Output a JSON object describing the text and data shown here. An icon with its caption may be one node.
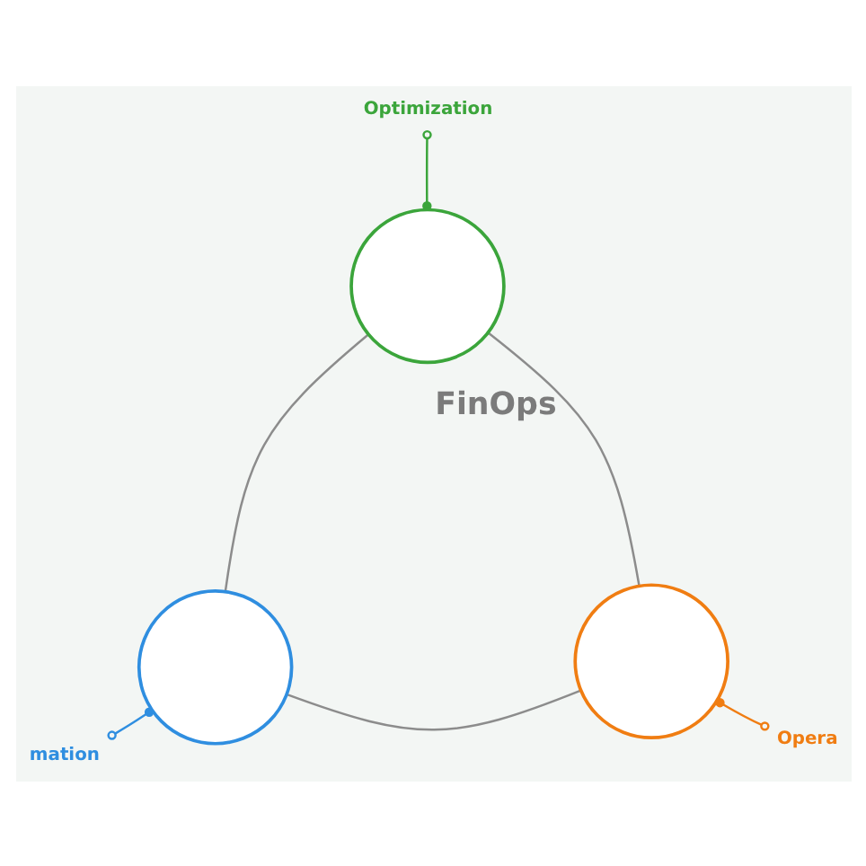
{
  "diagram": {
    "nodes": [
      {
        "text": [
          "Optimization"
        ]
      },
      {
        "text": [],
        "shape": "circle"
      },
      {
        "text": [],
        "shape": "circle"
      },
      {
        "text": [],
        "shape": "circle"
      },
      {
        "text": [
          "mation"
        ]
      },
      {
        "text": [
          "Opera"
        ]
      }
    ],
    "edges": [
      {
        "from": 0,
        "to": 1,
        "arrow": "other",
        "color": "#3ba53b"
      },
      {
        "from": 1,
        "to": 2,
        "arrow": "none"
      },
      {
        "from": 2,
        "to": 3,
        "arrow": "none"
      },
      {
        "from": 3,
        "to": 1,
        "arrow": "none"
      },
      {
        "from": 4,
        "to": 2,
        "arrow": "other",
        "color": "#2f8ee0"
      },
      {
        "from": 5,
        "to": 3,
        "arrow": "other",
        "color": "#f07d12"
      }
    ],
    "labels": [
      "FinOps"
    ]
  }
}
